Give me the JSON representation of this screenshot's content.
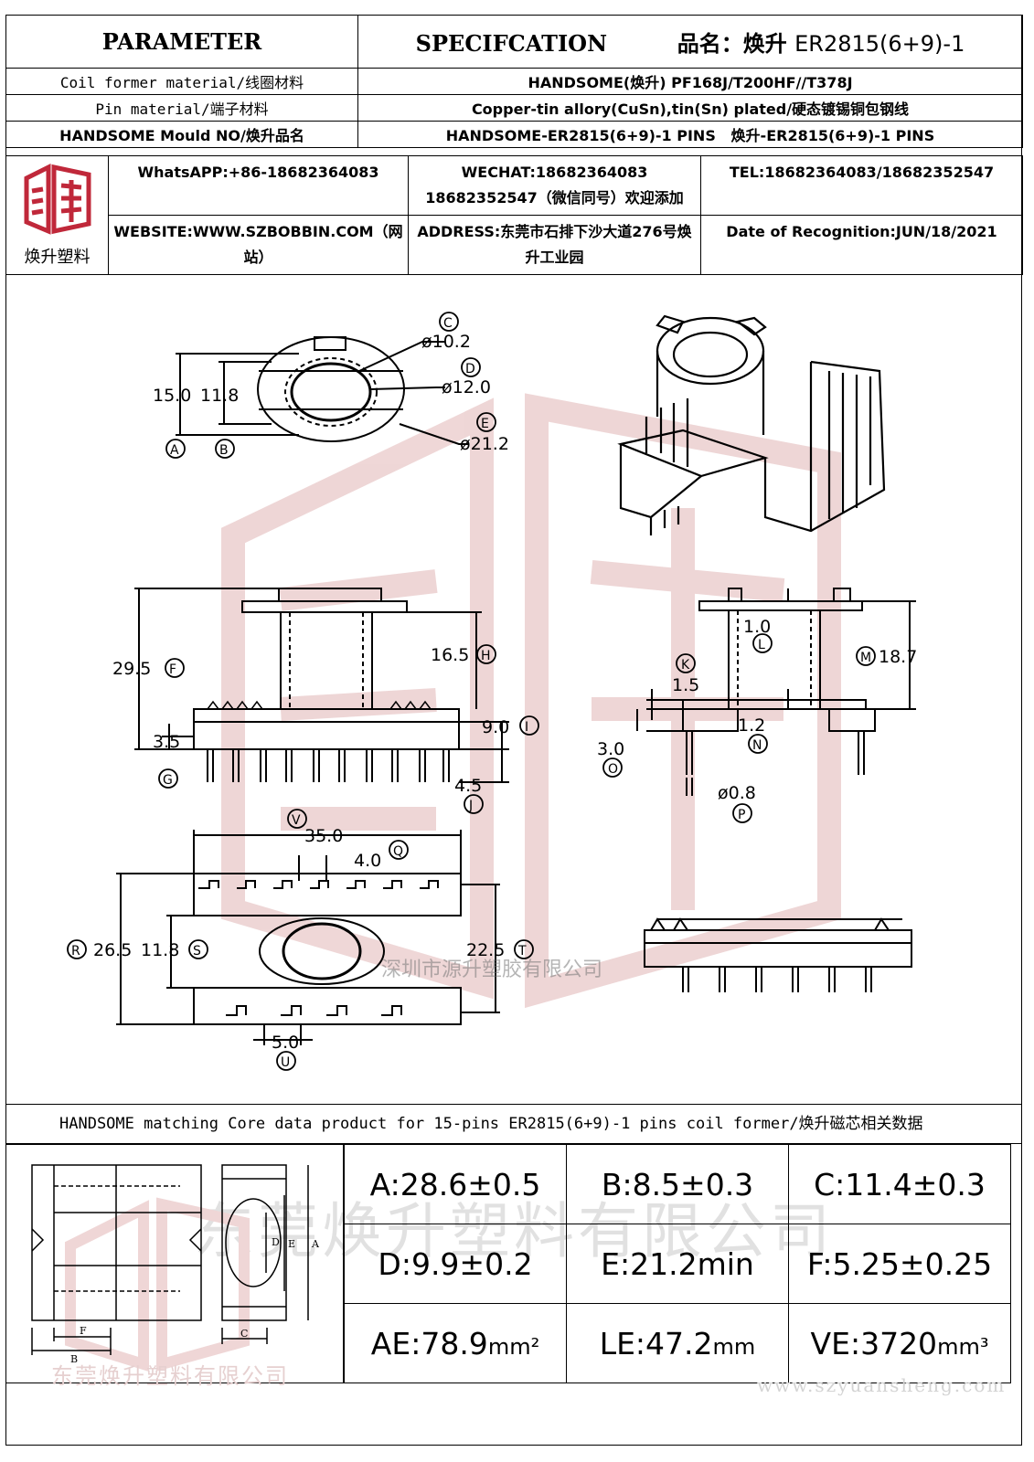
{
  "header": {
    "parameter": "PARAMETER",
    "specification": "SPECIFCATION",
    "product_label": "品名：焕升",
    "product_model": "ER2815(6+9)-1"
  },
  "rows": [
    {
      "label": "Coil former material/线圈材料",
      "value": "HANDSOME(焕升)  PF168J/T200HF//T378J"
    },
    {
      "label": "Pin material/端子材料",
      "value": "Copper-tin allory(CuSn),tin(Sn) plated/硬态镀锡铜包钢线"
    },
    {
      "label": "HANDSOME Mould NO/焕升品名",
      "value": "HANDSOME-ER2815(6+9)-1 PINS   焕升-ER2815(6+9)-1 PINS"
    }
  ],
  "contact": {
    "logo_name": "焕升塑料",
    "whatsapp": "WhatsAPP:+86-18682364083",
    "wechat": "WECHAT:18682364083 18682352547（微信同号）欢迎添加",
    "tel": "TEL:18682364083/18682352547",
    "website": "WEBSITE:WWW.SZBOBBIN.COM（网站）",
    "address": "ADDRESS:东莞市石排下沙大道276号焕升工业园",
    "date": "Date of Recognition:JUN/18/2021"
  },
  "drawing": {
    "top_view": {
      "A": "15.0",
      "B": "11.8",
      "C": "ø10.2",
      "D": "ø12.0",
      "E": "ø21.2",
      "letter_A": "A",
      "letter_B": "B",
      "letter_C": "C",
      "letter_D": "D",
      "letter_E": "E"
    },
    "front_view": {
      "F": "29.5",
      "H": "16.5",
      "G": "3.5",
      "I": "9.0",
      "J": "4.5",
      "letter_F": "F",
      "letter_H": "H",
      "letter_G": "G",
      "letter_I": "I",
      "letter_J": "J"
    },
    "side_view": {
      "L": "1.0",
      "M": "18.7",
      "K": "1.5",
      "N": "1.2",
      "O": "3.0",
      "P": "ø0.8",
      "letter_L": "L",
      "letter_M": "M",
      "letter_K": "K",
      "letter_N": "N",
      "letter_O": "O",
      "letter_P": "P"
    },
    "bottom_view": {
      "V": "35.0",
      "Q": "4.0",
      "R": "26.5",
      "S": "11.8",
      "T": "22.5",
      "U": "5.0",
      "letter_V": "V",
      "letter_Q": "Q",
      "letter_R": "R",
      "letter_S": "S",
      "letter_T": "T",
      "letter_U": "U"
    },
    "core_fig": {
      "A": "A",
      "B": "B",
      "C": "C",
      "D": "D",
      "E": "E",
      "F": "F"
    }
  },
  "watermarks": {
    "small": "深圳市源升塑胶有限公司",
    "big": "东莞焕升塑料有限公司",
    "corner": "东莞焕升塑料有限公司",
    "site": "www.szyuansheng.com"
  },
  "core_title": "HANDSOME matching Core data  product for 15-pins ER2815(6+9)-1 pins coil former/焕升磁芯相关数据",
  "core_data": [
    [
      {
        "label": "A:28.6±0.5"
      },
      {
        "label": "B:8.5±0.3"
      },
      {
        "label": "C:11.4±0.3"
      }
    ],
    [
      {
        "label": "D:9.9±0.2"
      },
      {
        "label": "E:21.2min"
      },
      {
        "label": "F:5.25±0.25"
      }
    ],
    [
      {
        "label": "AE:78.9",
        "unit": "mm²"
      },
      {
        "label": "LE:47.2",
        "unit": "mm"
      },
      {
        "label": "VE:3720",
        "unit": "mm³"
      }
    ]
  ],
  "colors": {
    "logo_red": "#c0283a",
    "watermark_red": "#e8c4c4",
    "line": "#000000"
  }
}
